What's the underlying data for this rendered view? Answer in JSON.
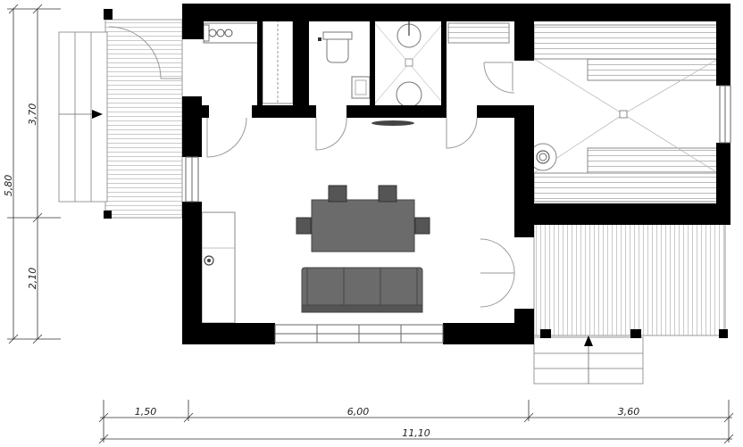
{
  "dimensions": {
    "left_overall": "5,80",
    "left_upper": "3,70",
    "left_lower": "2,10",
    "bottom_left": "1,50",
    "bottom_middle": "6,00",
    "bottom_right": "3,60",
    "bottom_overall": "11,10"
  },
  "colors": {
    "wall": "#000000",
    "furniture": "#6b6b6b",
    "furniture_dark": "#555555",
    "line": "#9a9a9a",
    "deck_line": "#bdbdbd"
  },
  "icons": [
    "door-swing-icon",
    "entry-arrow-icon",
    "stove-icon",
    "shower-icon",
    "sink-icon",
    "toilet-icon"
  ]
}
